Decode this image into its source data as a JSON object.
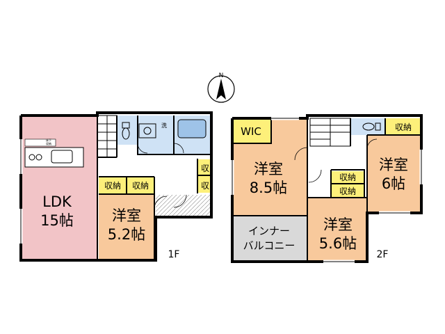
{
  "compass": {
    "north_label": "N"
  },
  "floor1": {
    "floor_label": "1F",
    "ldk": {
      "name": "LDK",
      "size": "15帖",
      "color": "#f2c4c7"
    },
    "western_room": {
      "name": "洋室",
      "size": "5.2帖",
      "color": "#f8c99c"
    },
    "storage_1": "収納",
    "storage_2": "収納",
    "storage_right_top": "収",
    "storage_right_bottom": "収",
    "washroom": "洗",
    "under_floor_storage": "床下",
    "under_floor_storage_2": "収納",
    "storage_color": "#fdf07a"
  },
  "floor2": {
    "floor_label": "2F",
    "wic": "WIC",
    "room_a": {
      "name": "洋室",
      "size": "8.5帖"
    },
    "room_b": {
      "name": "洋室",
      "size": "6帖"
    },
    "room_c": {
      "name": "洋室",
      "size": "5.6帖"
    },
    "balcony": {
      "line1": "インナー",
      "line2": "バルコニー",
      "color": "#d9d9d9"
    },
    "storage_top": "収納",
    "storage_mid_1": "収納",
    "storage_mid_2": "収納",
    "room_color": "#f8c99c",
    "storage_color": "#fdf07a",
    "bath_color": "#cfe2f5"
  }
}
